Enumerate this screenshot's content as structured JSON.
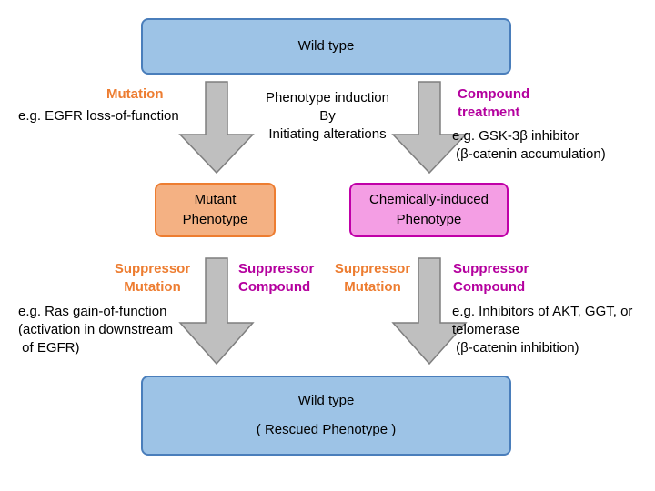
{
  "top_box": {
    "label": "Wild type"
  },
  "mutant_box": {
    "line1": "Mutant",
    "line2": "Phenotype"
  },
  "chemical_box": {
    "line1": "Chemically-induced",
    "line2": "Phenotype"
  },
  "bottom_box": {
    "line1": "Wild type",
    "line2": "( Rescued Phenotype )"
  },
  "center_text": {
    "line1": "Phenotype induction",
    "line2": "By",
    "line3": "Initiating alterations"
  },
  "mutation": {
    "label": "Mutation",
    "example": "e.g. EGFR loss-of-function"
  },
  "compound_treatment": {
    "label_line1": "Compound",
    "label_line2": "treatment",
    "example_line1": "e.g. GSK-3β inhibitor",
    "example_line2": " (β-catenin accumulation)"
  },
  "left_lower": {
    "suppressor_mutation_line1": "Suppressor",
    "suppressor_mutation_line2": "Mutation",
    "suppressor_compound_line1": "Suppressor",
    "suppressor_compound_line2": "Compound",
    "example_line1": "e.g. Ras gain-of-function",
    "example_line2": "(activation in downstream",
    "example_line3": " of EGFR)"
  },
  "right_lower": {
    "suppressor_mutation_line1": "Suppressor",
    "suppressor_mutation_line2": "Mutation",
    "suppressor_compound_line1": "Suppressor",
    "suppressor_compound_line2": "Compound",
    "example_line1": "e.g. Inhibitors of AKT, GGT, or",
    "example_line2": "telomerase",
    "example_line3": " (β-catenin inhibition)"
  },
  "colors": {
    "blue_box": "#9dc3e6",
    "orange_box": "#f4b183",
    "pink_box": "#f49ee4",
    "arrow": "#bfbfbf",
    "orange_text": "#ed7d31",
    "magenta_text": "#b4009e"
  }
}
